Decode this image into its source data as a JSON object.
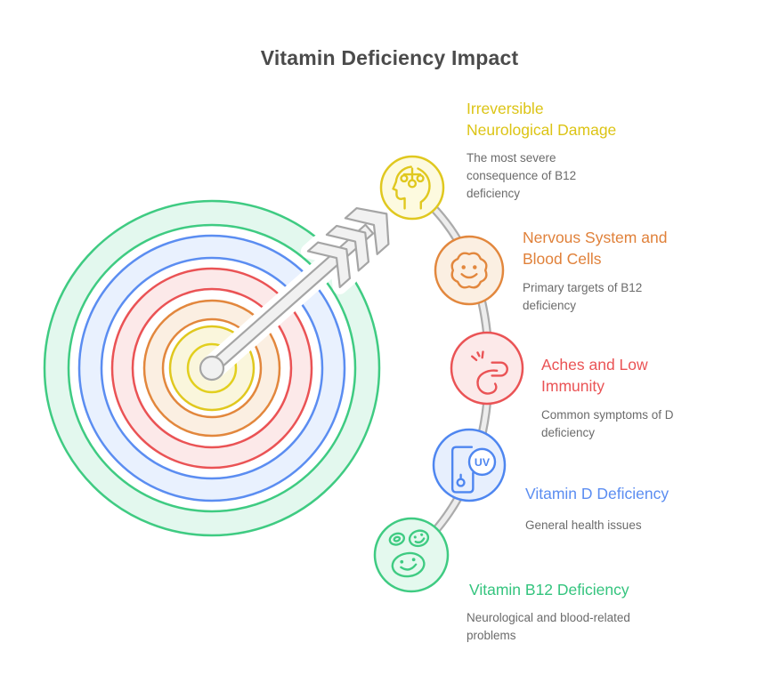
{
  "title": "Vitamin Deficiency Impact",
  "timeline": {
    "nodes": [
      {
        "heading": "Irreversible Neurological Damage",
        "description": "The most severe consequence of B12 deficiency",
        "color": "#dcc415",
        "circle_fill": "#fdfadf",
        "circle_stroke": "#e0c81f",
        "icon": "head-neural-icon"
      },
      {
        "heading": "Nervous System and Blood Cells",
        "description": "Primary targets of B12 deficiency",
        "color": "#e0813a",
        "circle_fill": "#fbefe2",
        "circle_stroke": "#e2873d",
        "icon": "cell-smiley-icon"
      },
      {
        "heading": "Aches and Low Immunity",
        "description": "Common symptoms of D deficiency",
        "color": "#ea5355",
        "circle_fill": "#fce9e9",
        "circle_stroke": "#ea5355",
        "icon": "pain-face-icon"
      },
      {
        "heading": "Vitamin D Deficiency",
        "description": "General health issues",
        "color": "#5b8df1",
        "circle_fill": "#e7effd",
        "circle_stroke": "#4e86f0",
        "icon": "sunscreen-uv-icon",
        "icon_label": "UV"
      },
      {
        "heading": "Vitamin B12 Deficiency",
        "description": "Neurological and blood-related problems",
        "color": "#34c47e",
        "circle_fill": "#e4f9ee",
        "circle_stroke": "#3fcb82",
        "icon": "blood-cells-icon"
      }
    ]
  },
  "illustration": {
    "type": "bullseye-target-with-arrow",
    "ring_colors_outer_to_inner": [
      "#3fcb82",
      "#5b8df1",
      "#ea5355",
      "#e2873d",
      "#e0c81f"
    ],
    "ring_fills_outer_to_inner": [
      "#e3f8ee",
      "#e9f1fe",
      "#fce9e9",
      "#fbefe2",
      "#faf6dc"
    ],
    "arrow_fill": "#f1f1f1",
    "arrow_stroke": "#a5a5a5",
    "connector_stroke": "#ababab",
    "connector_inner": "#ededed"
  }
}
